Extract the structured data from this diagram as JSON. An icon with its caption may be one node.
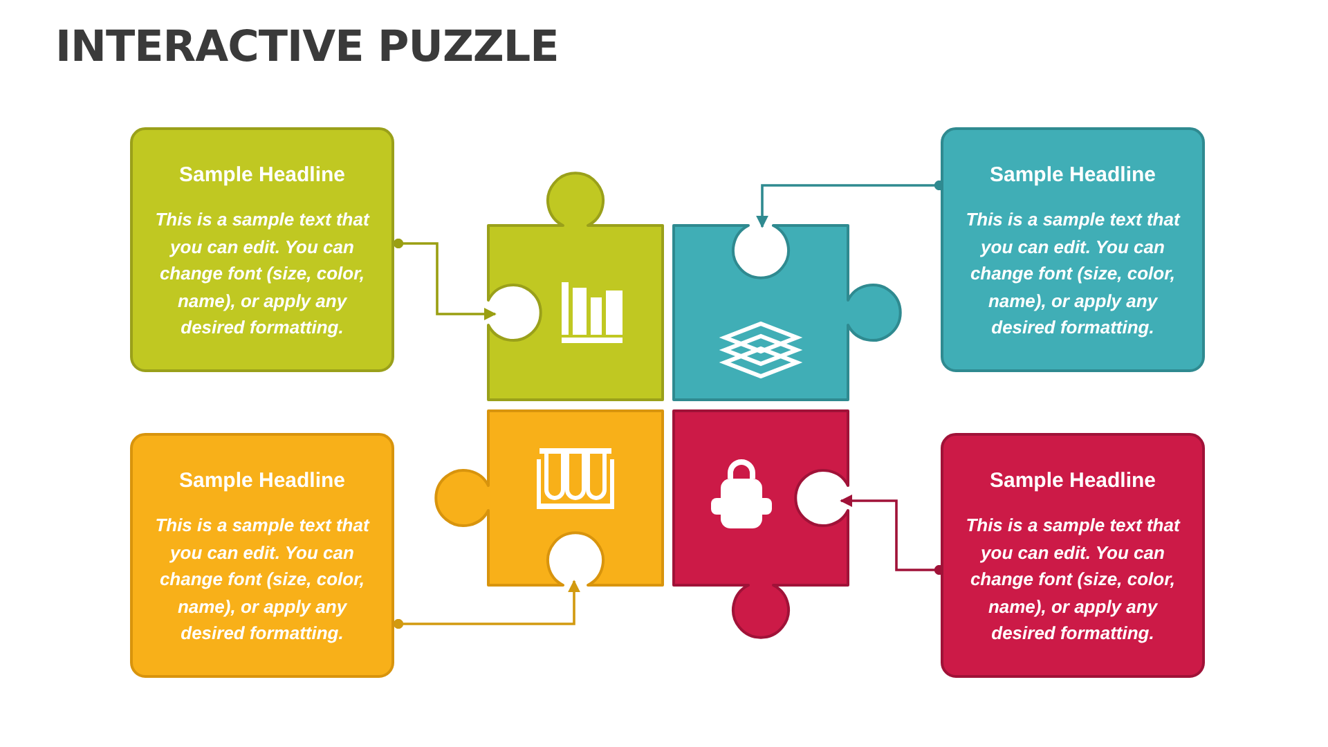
{
  "diagram": {
    "title": "INTERACTIVE PUZZLE",
    "nodes": [
      {
        "text": [
          "Sample Headline",
          "This is a sample text that you can edit. You can change font (size, color, name), or apply any desired formatting."
        ]
      },
      {
        "text": [],
        "shape": "puzzle"
      },
      {
        "text": [],
        "shape": "puzzle"
      },
      {
        "text": [
          "Sample Headline",
          "This is a sample text that you can edit. You can change font (size, color, name), or apply any desired formatting."
        ]
      },
      {
        "text": [
          "Sample Headline",
          "This is a sample text that you can edit. You can change font (size, color, name), or apply any desired formatting."
        ]
      },
      {
        "text": [],
        "shape": "puzzle"
      },
      {
        "text": [],
        "shape": "puzzle"
      },
      {
        "text": [
          "Sample Headline",
          "This is a sample text that you can edit. You can change font (size, color, name), or apply any desired formatting."
        ]
      }
    ],
    "edges": [
      {
        "from": 0,
        "to": 1,
        "arrow": "to",
        "color": "#9a9f12"
      },
      {
        "from": 3,
        "to": 2,
        "arrow": "to",
        "color": "#2f8a90"
      },
      {
        "from": 4,
        "to": 5,
        "arrow": "to",
        "color": "#d29a10"
      },
      {
        "from": 7,
        "to": 6,
        "arrow": "to",
        "color": "#a01238"
      }
    ]
  }
}
